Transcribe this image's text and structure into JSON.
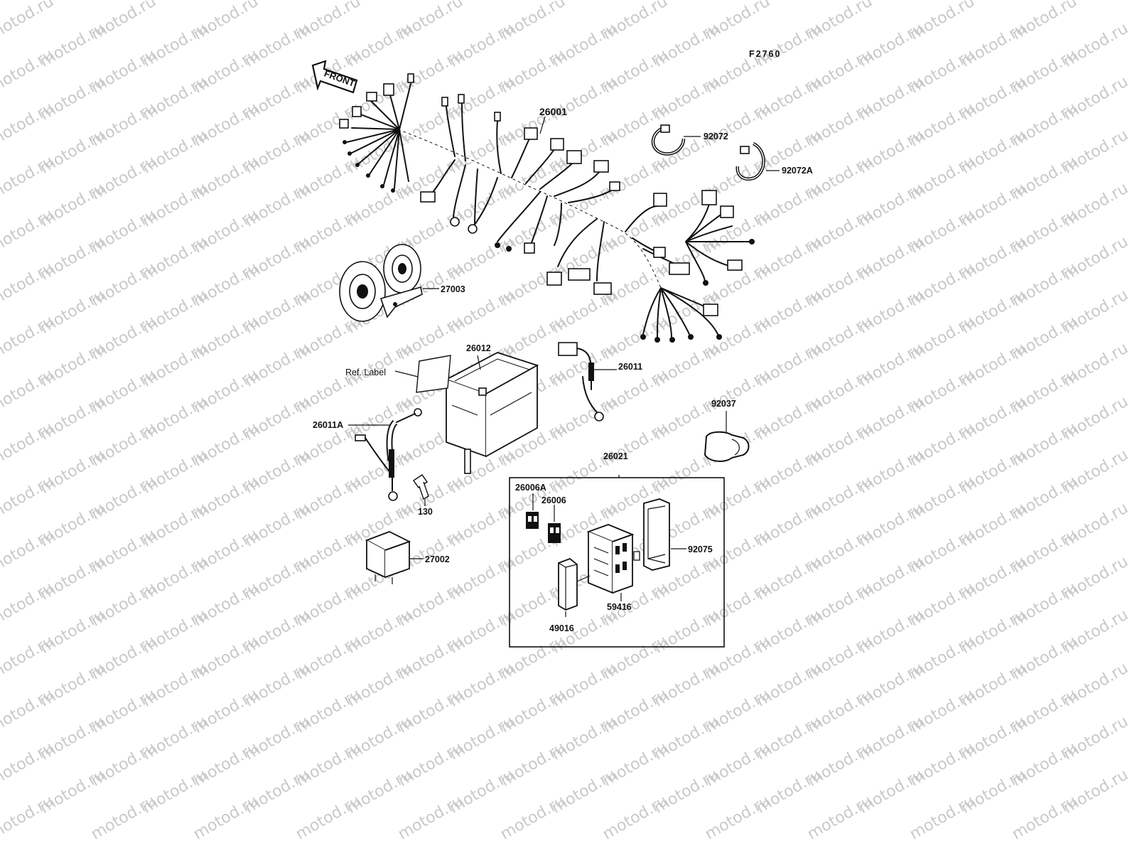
{
  "figure_code": "F2760",
  "front_label": "FRONT",
  "parts": {
    "p26001": "26001",
    "p92072": "92072",
    "p92072a": "92072A",
    "p27003": "27003",
    "p26012": "26012",
    "p26011": "26011",
    "ref_label": "Ref. Label",
    "p26011a": "26011A",
    "p130": "130",
    "p92037": "92037",
    "p26021": "26021",
    "p26006a": "26006A",
    "p26006": "26006",
    "p92075": "92075",
    "p59416": "59416",
    "p49016": "49016",
    "p27002": "27002"
  },
  "watermark": "motod.ru"
}
